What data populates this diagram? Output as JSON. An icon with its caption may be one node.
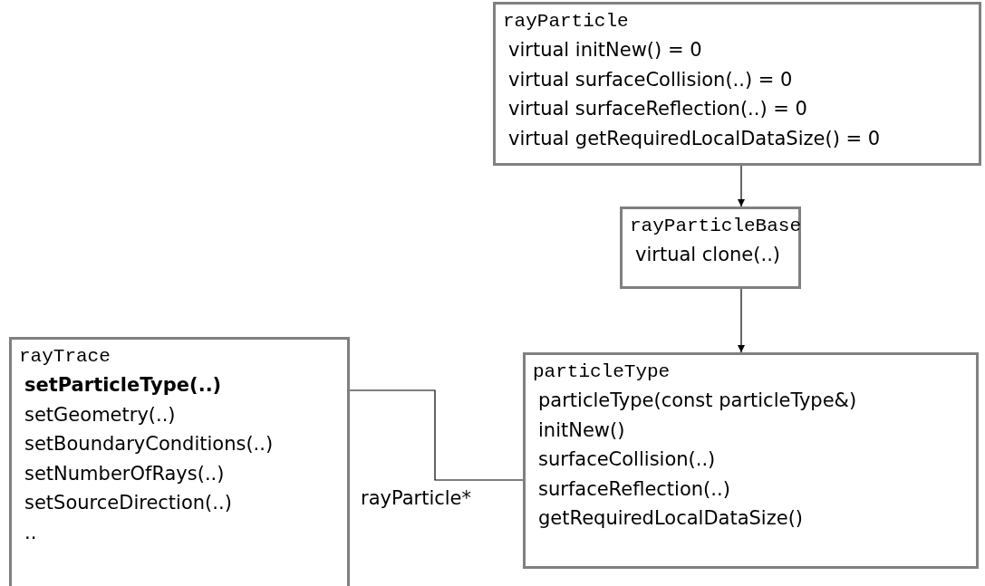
{
  "diagram": {
    "nodes": [
      {
        "text": [
          "rayParticle",
          "virtual initNew() = 0",
          "virtual surfaceCollision(..) = 0",
          "virtual surfaceReflection(..) = 0",
          "virtual getRequiredLocalDataSize() = 0"
        ]
      },
      {
        "text": [
          "rayParticleBase",
          "virtual clone(..)"
        ]
      },
      {
        "text": [
          "rayTrace",
          "setParticleType(..)",
          "setGeometry(..)",
          "setBoundaryConditions(..)",
          "setNumberOfRays(..)",
          "setSourceDirection(..)",
          ".."
        ]
      },
      {
        "text": [
          "particleType",
          "particleType(const particleType&)",
          "initNew()",
          "surfaceCollision(..)",
          "surfaceReflection(..)",
          "getRequiredLocalDataSize()"
        ]
      }
    ],
    "edges": [
      {
        "from": 0,
        "to": 1,
        "arrow": "to"
      },
      {
        "from": 1,
        "to": 3,
        "arrow": "to"
      },
      {
        "from": 2,
        "to": 3,
        "arrow": "none",
        "label": "rayParticle*"
      }
    ]
  }
}
